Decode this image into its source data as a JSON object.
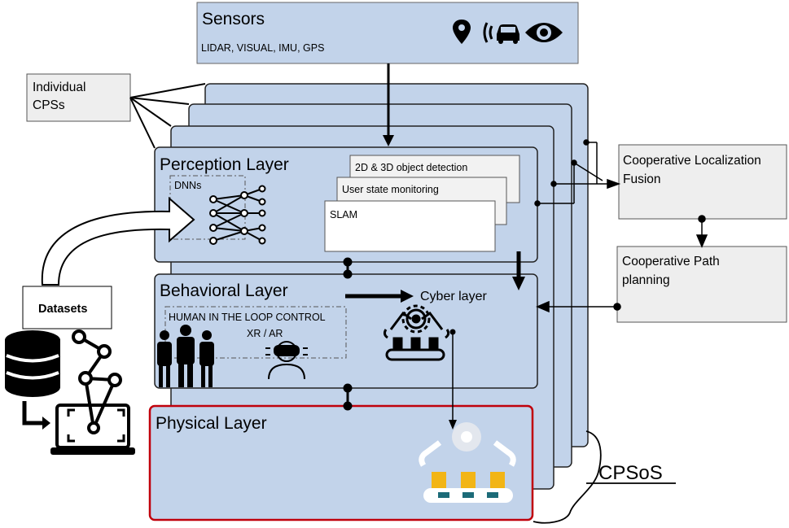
{
  "sensors": {
    "title": "Sensors",
    "subtitle": "LIDAR, VISUAL, IMU, GPS",
    "icons": [
      "map-pin-icon",
      "car-sensor-icon",
      "eye-icon"
    ]
  },
  "individual_cps": {
    "label_line1": "Individual",
    "label_line2": "CPSs"
  },
  "perception": {
    "title": "Perception Layer",
    "dnn_label": "DNNs",
    "cards": [
      "2D & 3D object detection",
      "User state monitoring",
      "SLAM"
    ],
    "icons": [
      "neural-network-icon"
    ]
  },
  "behavioral": {
    "title": "Behavioral Layer",
    "hitl_label": "HUMAN IN THE LOOP CONTROL",
    "xr_label": "XR / AR",
    "cyber_label": "Cyber layer",
    "icons": [
      "people-group-icon",
      "vr-headset-user-icon",
      "robot-arms-icon"
    ]
  },
  "physical": {
    "title": "Physical Layer",
    "border_color": "#c0000b",
    "icons": [
      "robot-arms-color-icon"
    ]
  },
  "datasets": {
    "label": "Datasets",
    "icons": [
      "database-icon",
      "laptop-graph-icon"
    ]
  },
  "coop_localization": {
    "line1": "Cooperative Localization",
    "line2": "Fusion"
  },
  "coop_path": {
    "line1": "Cooperative Path",
    "line2": "planning"
  },
  "cpsos": {
    "label": "CPSoS"
  },
  "colors": {
    "layer_fill": "#c2d3ea",
    "gray_box": "#eeeeee",
    "physical_border": "#c0000b"
  }
}
